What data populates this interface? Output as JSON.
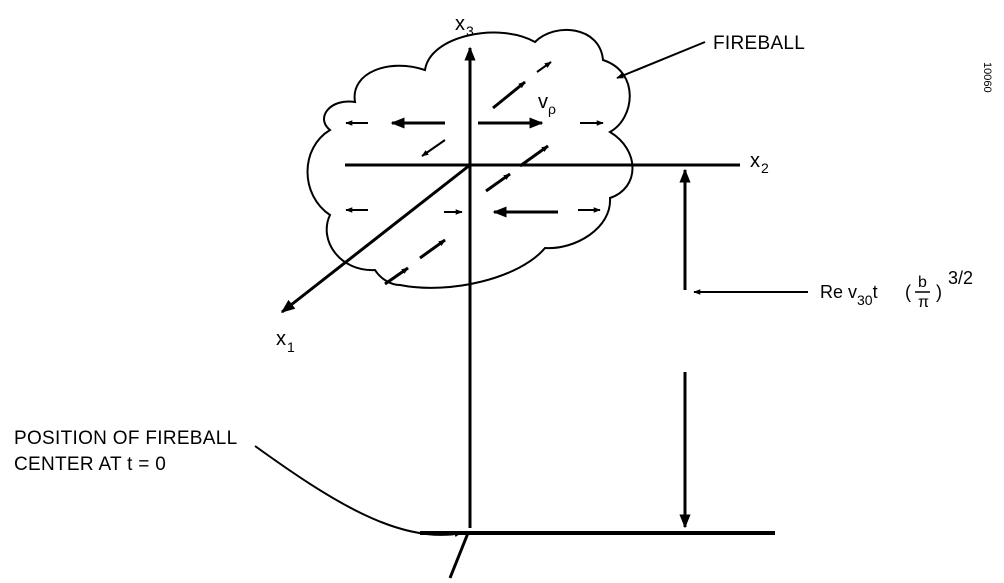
{
  "labels": {
    "fireball": "FIREBALL",
    "x3_base": "x",
    "x3_sub": "3",
    "x2_base": "x",
    "x2_sub": "2",
    "x1_base": "x",
    "x1_sub": "1",
    "v_base": "v",
    "v_sub": "ρ",
    "position_line1": "POSITION OF FIREBALL",
    "position_line2": "CENTER AT  t = 0",
    "figure_code": "10060"
  },
  "equation": {
    "prefix": "Re v",
    "sub": "30",
    "t": "t",
    "open_paren": "(",
    "frac_num": "b",
    "frac_den": "π",
    "close_paren": ")",
    "exponent": "3/2"
  },
  "colors": {
    "ink": "#000000",
    "background": "#ffffff"
  }
}
